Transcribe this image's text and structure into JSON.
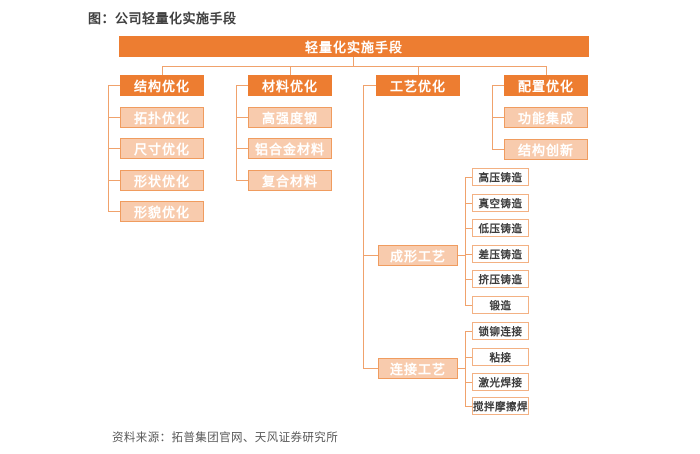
{
  "title": "图：公司轻量化实施手段",
  "source": "资料来源：拓普集团官网、天风证券研究所",
  "colors": {
    "primary": "#ED7D31",
    "light_fill": "#F8CBAD",
    "light_border": "#F09C5F",
    "leaf_border": "#F3B183",
    "line": "#F0A26C"
  },
  "tree": {
    "root": "轻量化实施手段",
    "branches": [
      {
        "label": "结构优化",
        "children": [
          "拓扑优化",
          "尺寸优化",
          "形状优化",
          "形貌优化"
        ]
      },
      {
        "label": "材料优化",
        "children": [
          "高强度钢",
          "铝合金材料",
          "复合材料"
        ]
      },
      {
        "label": "工艺优化",
        "groups": [
          {
            "label": "成形工艺",
            "children": [
              "高压铸造",
              "真空铸造",
              "低压铸造",
              "差压铸造",
              "挤压铸造",
              "锻造"
            ]
          },
          {
            "label": "连接工艺",
            "children": [
              "锁铆连接",
              "粘接",
              "激光焊接",
              "搅拌摩擦焊"
            ]
          }
        ]
      },
      {
        "label": "配置优化",
        "children": [
          "功能集成",
          "结构创新"
        ]
      }
    ]
  }
}
